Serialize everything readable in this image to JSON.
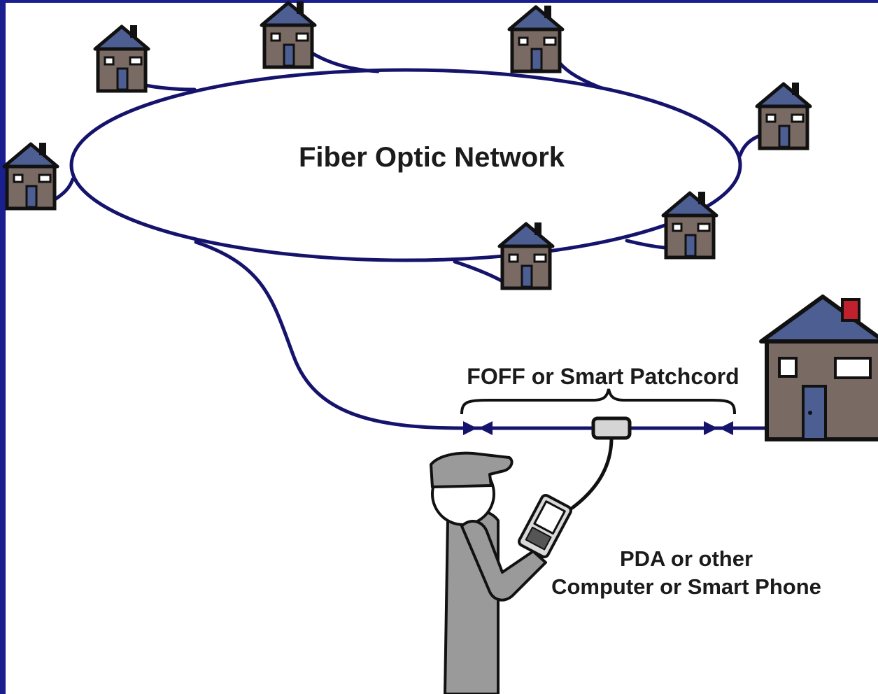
{
  "diagram": {
    "network_label": "Fiber Optic Network",
    "patchcord_label": "FOFF or Smart Patchcord",
    "device_label_line1": "PDA or other",
    "device_label_line2": "Computer or Smart Phone"
  },
  "colors": {
    "slide_border": "#1a1f8f",
    "canvas": "#ffffff",
    "fiber": "#15136b",
    "house_wall": "#7a6a64",
    "house_roof": "#4d5e93",
    "person": "#9a9a9a"
  }
}
